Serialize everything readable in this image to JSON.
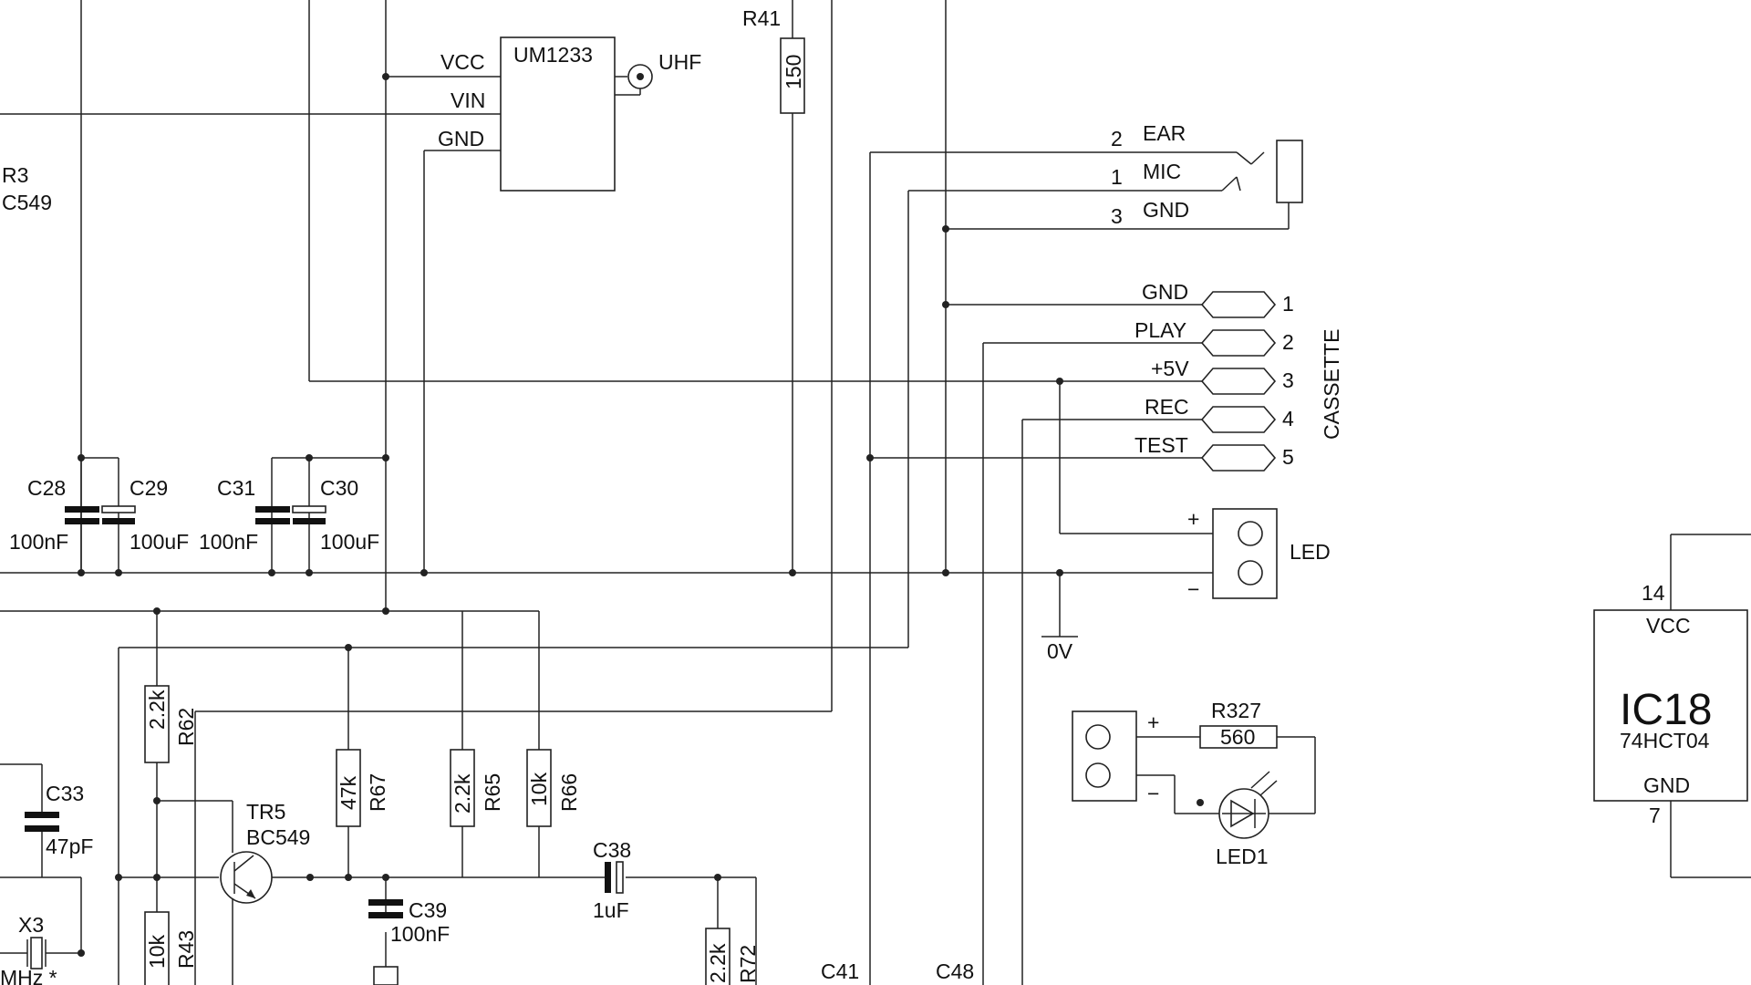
{
  "labels": {
    "r41": "R41",
    "r41v": "150",
    "um1233": "UM1233",
    "vcc": "VCC",
    "vin": "VIN",
    "gnd_um": "GND",
    "uhf": "UHF",
    "r3": "R3",
    "bc549a": "C549",
    "ear_num": "2",
    "ear": "EAR",
    "mic_num": "1",
    "mic": "MIC",
    "gnd_jack_num": "3",
    "gnd_jack": "GND",
    "cas_gnd": "GND",
    "cas_play": "PLAY",
    "cas_5v": "+5V",
    "cas_rec": "REC",
    "cas_test": "TEST",
    "p1": "1",
    "p2": "2",
    "p3": "3",
    "p4": "4",
    "p5": "5",
    "cassette": "CASSETTE",
    "led_plus": "+",
    "led_minus": "−",
    "led": "LED",
    "zerov": "0V",
    "c28": "C28",
    "c28v": "100nF",
    "c29": "C29",
    "c29v": "100uF",
    "c31": "C31",
    "c31v": "100nF",
    "c30": "C30",
    "c30v": "100uF",
    "r62": "R62",
    "r62v": "2.2k",
    "r67": "R67",
    "r67v": "47k",
    "r65": "R65",
    "r65v": "2.2k",
    "r66": "R66",
    "r66v": "10k",
    "tr5": "TR5",
    "tr5v": "BC549",
    "c33": "C33",
    "c33v": "47pF",
    "x3": "X3",
    "x3v": "MHz *",
    "r43": "R43",
    "r43v": "10k",
    "c39": "C39",
    "c39v": "100nF",
    "c38": "C38",
    "c38v": "1uF",
    "r72": "R72",
    "r72v": "2.2k",
    "c41": "C41",
    "c48": "C48",
    "r327": "R327",
    "r327v": "560",
    "led1": "LED1",
    "p_plus": "+",
    "p_minus": "−",
    "ic18": "IC18",
    "ic18v": "74HCT04",
    "ic_vcc": "VCC",
    "ic_gnd": "GND",
    "pin14": "14",
    "pin7": "7"
  }
}
